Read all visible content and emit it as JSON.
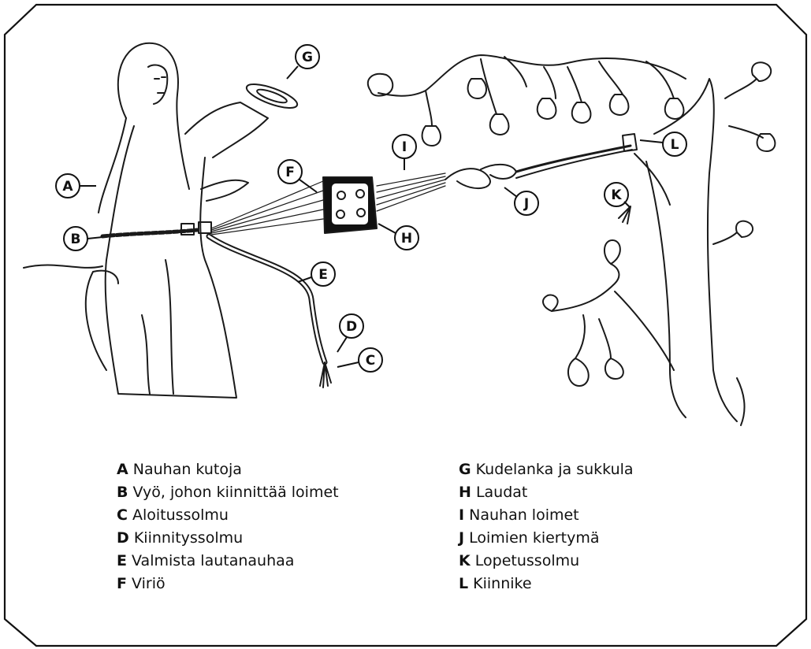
{
  "diagram": {
    "callouts": [
      "A",
      "B",
      "C",
      "D",
      "E",
      "F",
      "G",
      "H",
      "I",
      "J",
      "K",
      "L"
    ],
    "legend": {
      "left": [
        {
          "key": "A",
          "text": "Nauhan kutoja"
        },
        {
          "key": "B",
          "text": "Vyö, johon kiinnittää loimet"
        },
        {
          "key": "C",
          "text": "Aloitussolmu"
        },
        {
          "key": "D",
          "text": "Kiinnityssolmu"
        },
        {
          "key": "E",
          "text": "Valmista lautanauhaa"
        },
        {
          "key": "F",
          "text": "Viriö"
        }
      ],
      "right": [
        {
          "key": "G",
          "text": "Kudelanka ja sukkula"
        },
        {
          "key": "H",
          "text": "Laudat"
        },
        {
          "key": "I",
          "text": "Nauhan loimet"
        },
        {
          "key": "J",
          "text": "Loimien kiertymä"
        },
        {
          "key": "K",
          "text": "Lopetussolmu"
        },
        {
          "key": "L",
          "text": "Kiinnike"
        }
      ]
    }
  }
}
